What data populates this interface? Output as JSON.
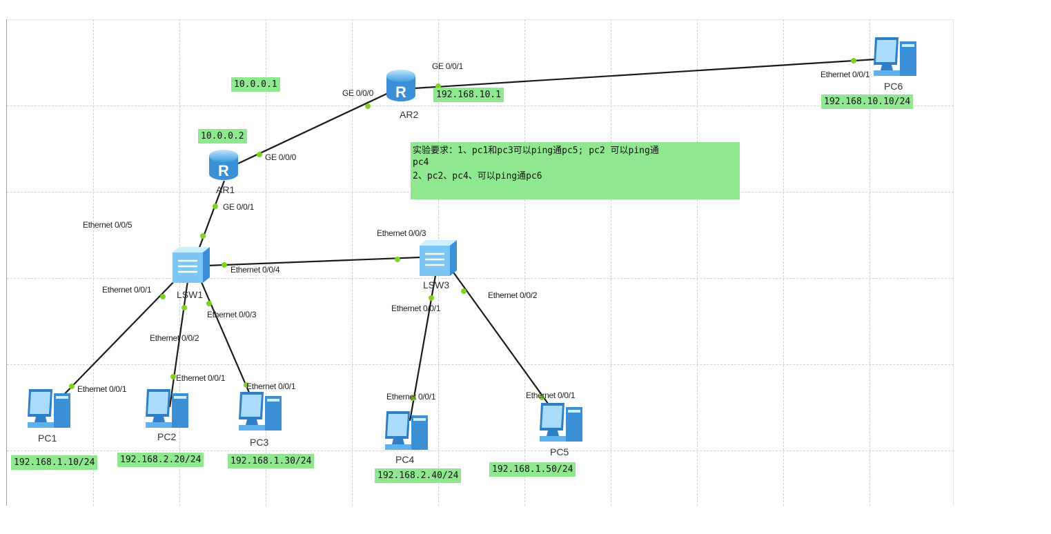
{
  "devices": {
    "ar1": {
      "label": "AR1"
    },
    "ar2": {
      "label": "AR2"
    },
    "lsw1": {
      "label": "LSW1"
    },
    "lsw3": {
      "label": "LSW3"
    },
    "pc1": {
      "label": "PC1"
    },
    "pc2": {
      "label": "PC2"
    },
    "pc3": {
      "label": "PC3"
    },
    "pc4": {
      "label": "PC4"
    },
    "pc5": {
      "label": "PC5"
    },
    "pc6": {
      "label": "PC6"
    }
  },
  "ports": {
    "ar2_ge000": "GE 0/0/0",
    "ar2_ge001": "GE 0/0/1",
    "ar1_ge000": "GE 0/0/0",
    "ar1_ge001": "GE 0/0/1",
    "pc6_eth": "Ethernet 0/0/1",
    "lsw1_e5": "Ethernet 0/0/5",
    "lsw1_e4": "Ethernet 0/0/4",
    "lsw1_e1": "Ethernet 0/0/1",
    "lsw1_e2": "Ethernet 0/0/2",
    "lsw1_e3": "Ethernet 0/0/3",
    "lsw3_e3": "Ethernet 0/0/3",
    "lsw3_e1": "Ethernet 0/0/1",
    "lsw3_e2": "Ethernet 0/0/2",
    "pc1_eth": "Ethernet 0/0/1",
    "pc2_eth": "Ethernet 0/0/1",
    "pc3_eth": "Ethernet 0/0/1",
    "pc4_eth": "Ethernet 0/0/1",
    "pc5_eth": "Ethernet 0/0/1"
  },
  "ips": {
    "ar2_g000": "10.0.0.1",
    "ar1_g000": "10.0.0.2",
    "ar2_g001": "192.168.10.1",
    "pc6": "192.168.10.10/24",
    "pc1": "192.168.1.10/24",
    "pc2": "192.168.2.20/24",
    "pc3": "192.168.1.30/24",
    "pc4": "192.168.2.40/24",
    "pc5": "192.168.1.50/24"
  },
  "note": {
    "line1": "实验要求：1、pc1和pc3可以ping通pc5; pc2 可以ping通",
    "line2": "pc4",
    "line3": "2、pc2、pc4、可以ping通pc6"
  },
  "icons": {
    "router": "router-icon",
    "switch": "switch-icon",
    "pc": "pc-icon"
  },
  "colors": {
    "label_bg": "#8fe88f",
    "port_dot": "#7ed321",
    "device_blue": "#4aa8e8"
  }
}
